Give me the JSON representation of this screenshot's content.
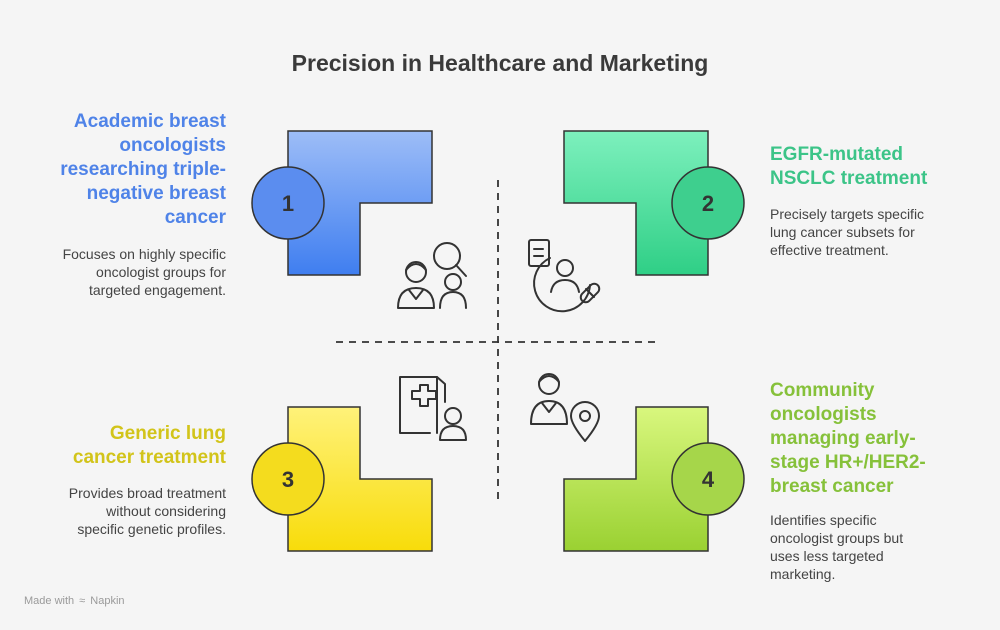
{
  "title": "Precision in Healthcare and Marketing",
  "quadrants": [
    {
      "number": "1",
      "heading": "Academic breast oncologists researching triple-negative breast cancer",
      "heading_lines": [
        "Academic breast",
        "oncologists",
        "researching triple-",
        "negative breast",
        "cancer"
      ],
      "description_lines": [
        "Focuses on highly specific",
        "oncologist groups for",
        "targeted engagement."
      ],
      "color": "#5b8def",
      "icon": "doctors-search-icon"
    },
    {
      "number": "2",
      "heading": "EGFR-mutated NSCLC treatment",
      "heading_lines": [
        "EGFR-mutated",
        "NSCLC treatment"
      ],
      "description_lines": [
        "Precisely targets specific",
        "lung cancer subsets for",
        "effective treatment."
      ],
      "color": "#3ecf8e",
      "icon": "patient-prescription-icon"
    },
    {
      "number": "3",
      "heading": "Generic lung cancer treatment",
      "heading_lines": [
        "Generic lung",
        "cancer treatment"
      ],
      "description_lines": [
        "Provides broad treatment",
        "without considering",
        "specific genetic profiles."
      ],
      "color": "#d6c81a",
      "icon": "medical-record-patient-icon"
    },
    {
      "number": "4",
      "heading": "Community oncologists managing early-stage HR+/HER2- breast cancer",
      "heading_lines": [
        "Community",
        "oncologists",
        "managing early-",
        "stage HR+/HER2-",
        "breast cancer"
      ],
      "description_lines": [
        "Identifies specific",
        "oncologist groups but",
        "uses less targeted",
        "marketing."
      ],
      "color": "#8cc63f",
      "icon": "doctor-location-icon"
    }
  ],
  "footer": {
    "made_with": "Made with",
    "brand": "Napkin"
  }
}
